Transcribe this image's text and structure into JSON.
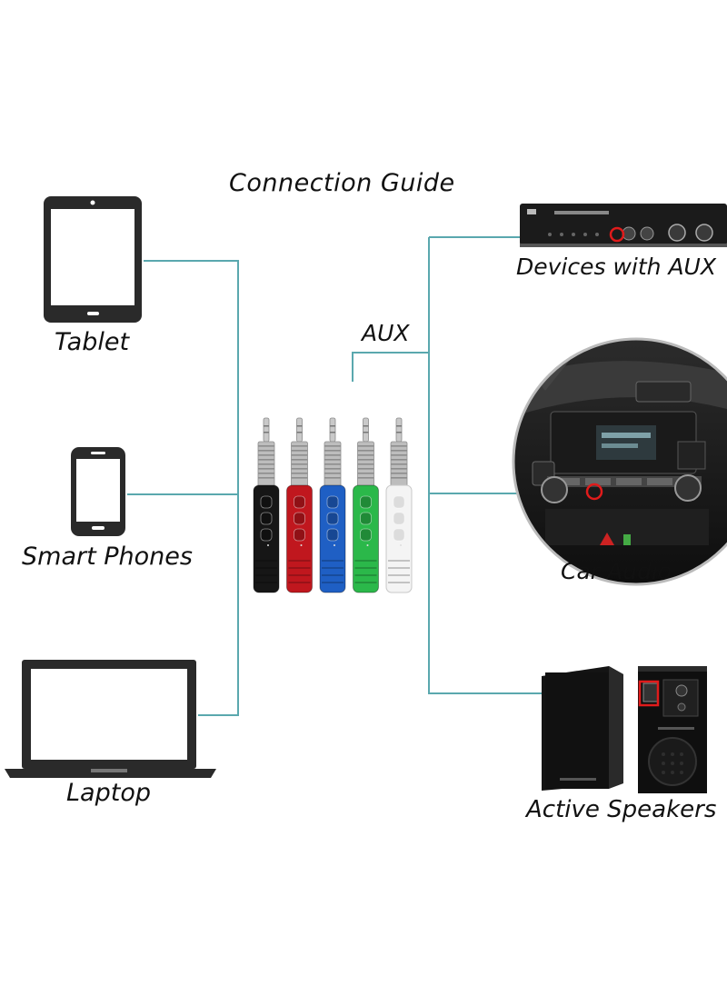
{
  "title": "Connection Guide",
  "hub_label": "AUX",
  "sources": [
    {
      "label": "Tablet",
      "icon": "tablet-icon"
    },
    {
      "label": "Smart Phones",
      "icon": "smartphone-icon"
    },
    {
      "label": "Laptop",
      "icon": "laptop-icon"
    }
  ],
  "targets": [
    {
      "label": "Devices with AUX",
      "icon": "amplifier-icon"
    },
    {
      "label": "Car Audio",
      "icon": "car-dashboard-icon"
    },
    {
      "label": "Active Speakers",
      "icon": "speaker-icon"
    }
  ],
  "adapter_colors": [
    "#161616",
    "#c0171e",
    "#1f5fc4",
    "#2bb84a",
    "#f4f4f4"
  ],
  "line_color": "#5aa8ae",
  "highlight_color": "#e01b1b"
}
